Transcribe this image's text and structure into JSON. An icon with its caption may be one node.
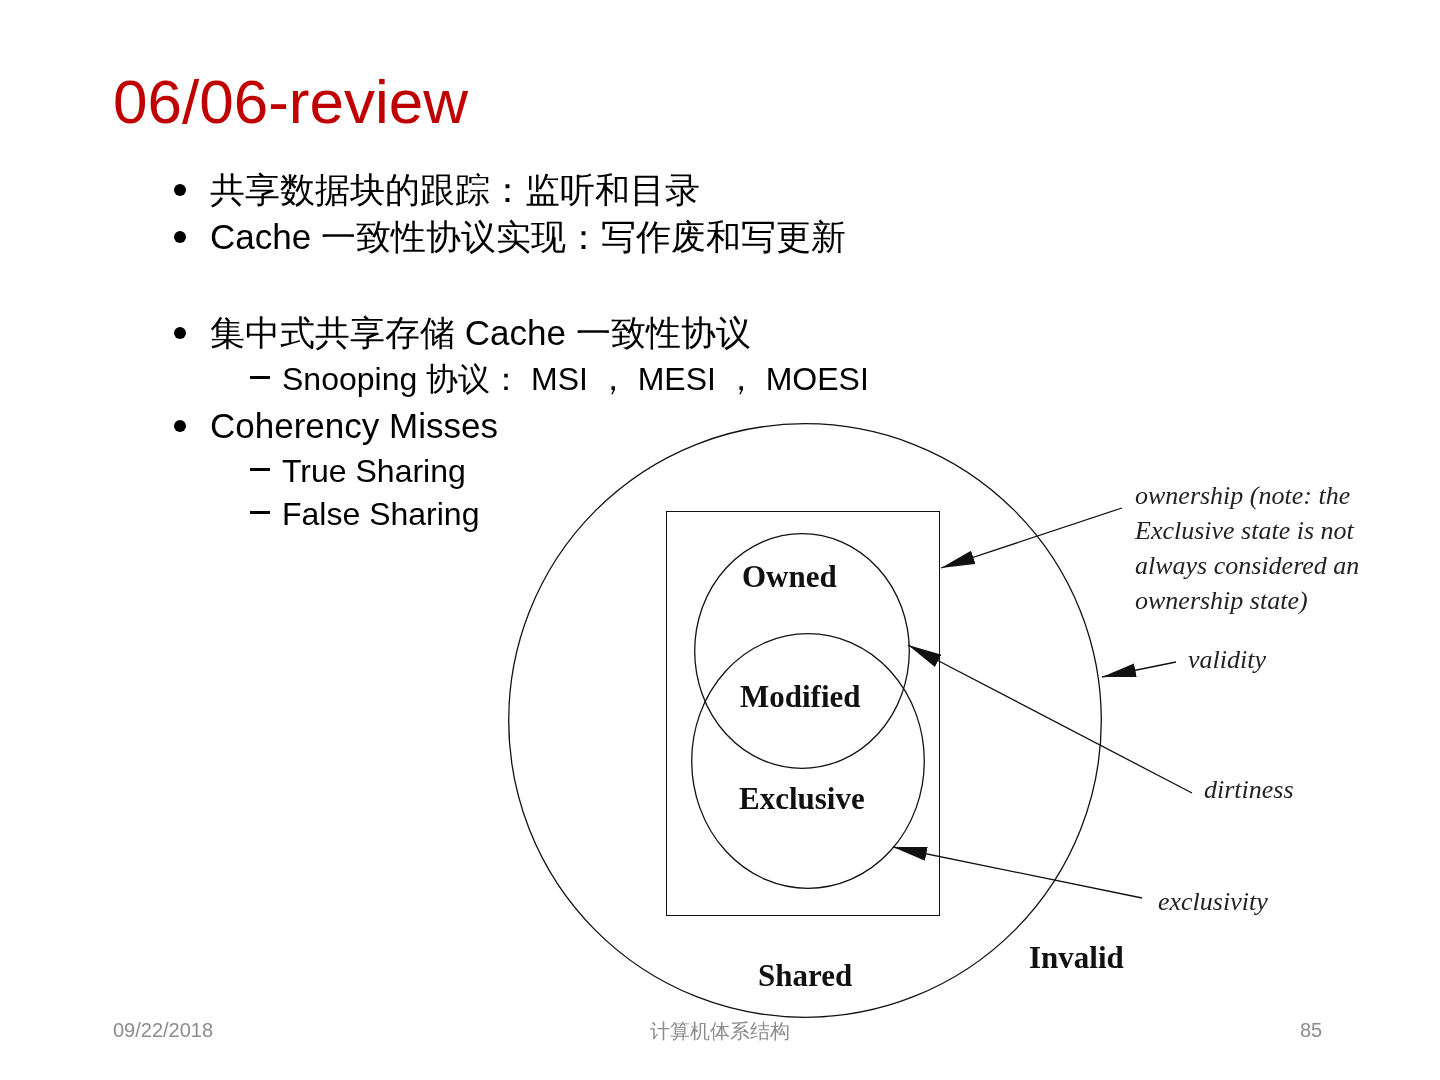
{
  "diagram": {
    "title": "06/06-review",
    "nodes": [
      {
        "text": [
          "Shared"
        ]
      },
      {
        "text": [],
        "shape": "box",
        "in": 0
      },
      {
        "text": [
          "Owned"
        ],
        "in": 1
      },
      {
        "text": [
          "Exclusive"
        ],
        "in": 1
      },
      {
        "text": [
          "ownership (note: the Exclusive state is not always considered an ownership state)"
        ]
      },
      {
        "text": [
          "validity"
        ]
      },
      {
        "text": [
          "dirtiness"
        ]
      },
      {
        "text": [
          "exclusivity"
        ]
      }
    ],
    "edges": [
      {
        "from": 4,
        "to": 1,
        "arrow": "to"
      },
      {
        "from": 5,
        "to": 0,
        "arrow": "to"
      },
      {
        "from": 6,
        "to": 2,
        "arrow": "to"
      },
      {
        "from": 7,
        "to": 3,
        "arrow": "to"
      }
    ],
    "labels": [
      "共享数据块的跟踪：监听和目录",
      "Cache 一致性协议实现：写作废和写更新",
      "集中式共享存储  Cache 一致性协议",
      "Snooping 协议： MSI ， MESI ， MOESI",
      "Coherency Misses",
      "True Sharing",
      "False Sharing",
      "Modified",
      "Invalid",
      "09/22/2018",
      "计算机体系结构",
      "85"
    ]
  }
}
